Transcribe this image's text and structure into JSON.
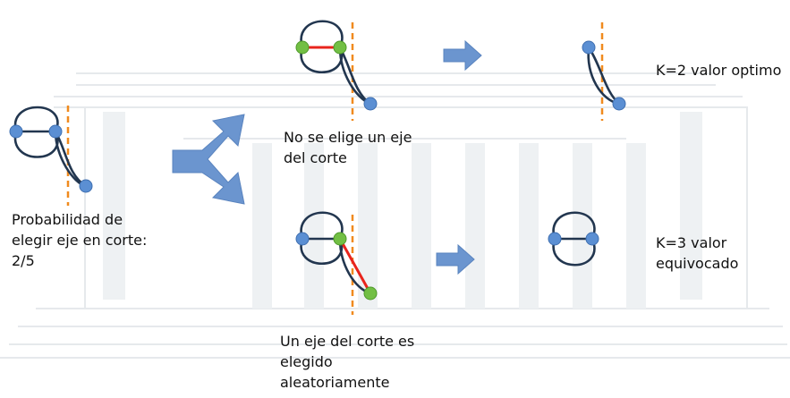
{
  "captions": {
    "left": [
      "Probabilidad de",
      "elegir eje en corte:",
      "2/5"
    ],
    "top": [
      "No se elige un eje",
      "del corte"
    ],
    "bottom": [
      "Un eje del corte es",
      "elegido",
      "aleatoriamente"
    ],
    "k2": [
      "K=2 valor optimo"
    ],
    "k3": [
      "K=3 valor",
      "equivocado"
    ]
  },
  "colors": {
    "edge": "#22364f",
    "node_blue": "#5b8fd3",
    "node_green": "#72bf44",
    "contracted_edge": "#e8241c",
    "cut_line": "#f08a1e",
    "arrow": "#6b95cf",
    "background_art": "#e9ecef"
  },
  "icons": {
    "process_arrow": "right-arrow-icon",
    "split_arrow": "branching-arrow-icon"
  }
}
